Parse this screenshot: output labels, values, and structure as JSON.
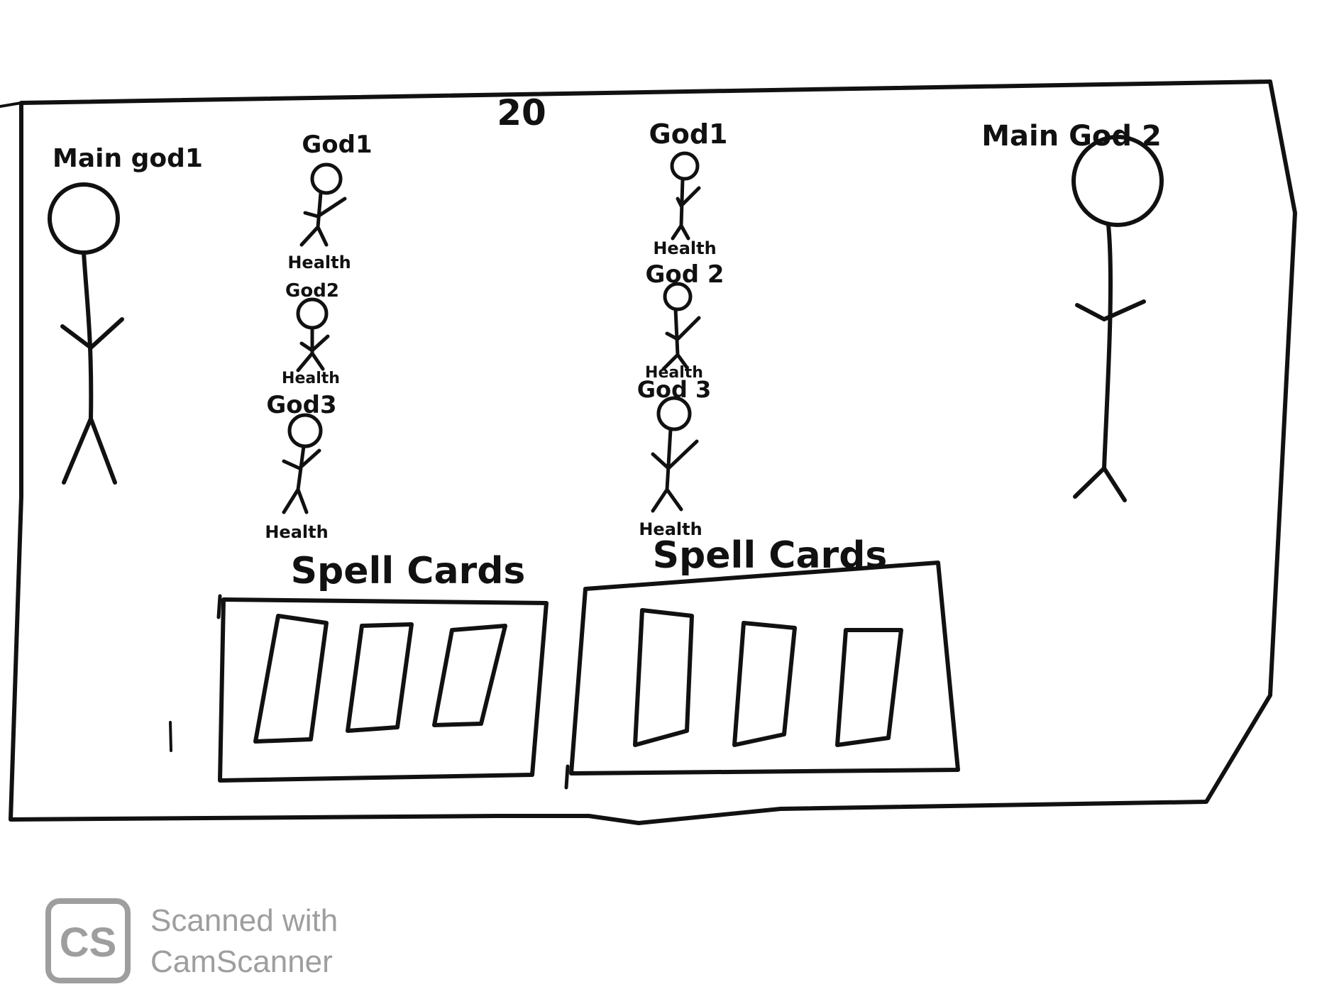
{
  "sketch": {
    "turn_counter": "20",
    "main_god_left": {
      "label": "Main god1"
    },
    "main_god_right": {
      "label": "Main God 2"
    },
    "left_team": {
      "gods": [
        {
          "name": "God1",
          "health_label": "Health"
        },
        {
          "name": "God2",
          "health_label": "Health"
        },
        {
          "name": "God3",
          "health_label": "Health"
        }
      ],
      "spell_cards_title": "Spell Cards"
    },
    "right_team": {
      "gods": [
        {
          "name": "God1",
          "health_label": "Health"
        },
        {
          "name": "God 2",
          "health_label": "Health"
        },
        {
          "name": "God 3",
          "health_label": "Health"
        }
      ],
      "spell_cards_title": "Spell Cards"
    }
  },
  "watermark": {
    "logo_text": "CS",
    "line1": "Scanned with",
    "line2": "CamScanner"
  },
  "colors": {
    "ink": "#111111",
    "watermark": "#9e9e9e",
    "background": "#ffffff"
  }
}
